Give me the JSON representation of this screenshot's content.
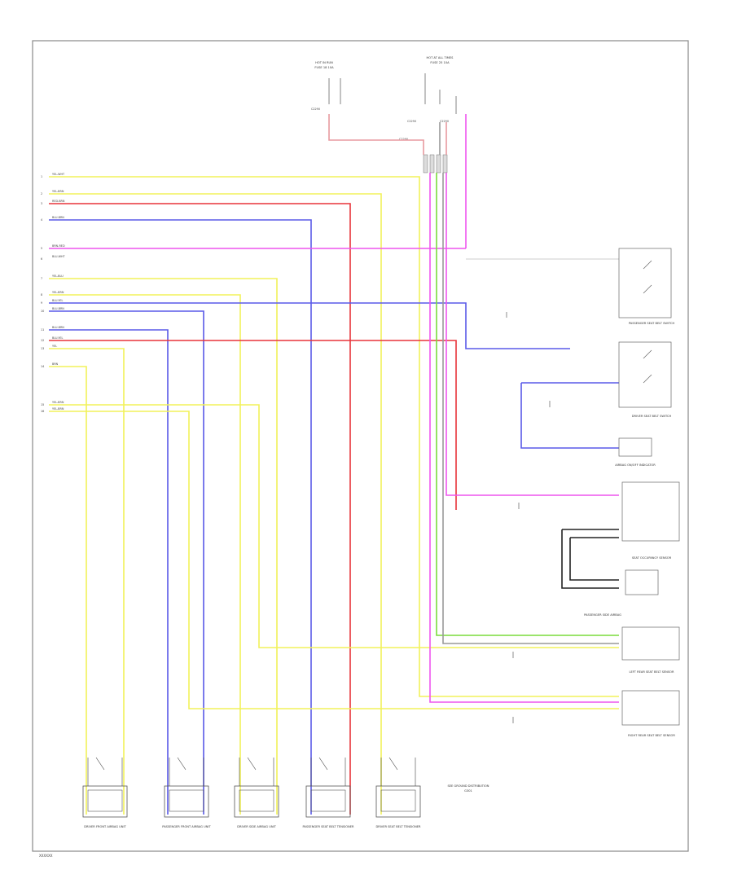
{
  "diagram": {
    "title": "",
    "reference_code": "XXXXXX",
    "colors": {
      "yellow": "#f2f25a",
      "red": "#e8343a",
      "blue": "#5a5ae8",
      "magenta": "#ee55ee",
      "pink": "#e89aa0",
      "green": "#7adc3c",
      "black": "#222222",
      "gray": "#999999",
      "border": "#888888"
    },
    "left_wires": [
      {
        "label": "YEL-WHT",
        "pin": "1"
      },
      {
        "label": "YEL-BRN",
        "pin": "2"
      },
      {
        "label": "RED-BRN",
        "pin": "3"
      },
      {
        "label": "BLU-BRN",
        "pin": "4"
      },
      {
        "label": "BRN-RED",
        "pin": "5"
      },
      {
        "label": "BLU-WHT",
        "pin": "6"
      },
      {
        "label": "YEL-BLU",
        "pin": "7"
      },
      {
        "label": "YEL-BRN",
        "pin": "8"
      },
      {
        "label": "BLU-YEL",
        "pin": "9"
      },
      {
        "label": "BLU-BRN",
        "pin": "10"
      },
      {
        "label": "BLU-BRN",
        "pin": "11"
      },
      {
        "label": "BLU-YEL",
        "pin": "12"
      },
      {
        "label": "YEL",
        "pin": "13"
      },
      {
        "label": "BRN",
        "pin": "14"
      },
      {
        "label": "YEL-BRN",
        "pin": "15"
      },
      {
        "label": "YEL-BRN",
        "pin": "16"
      }
    ],
    "top_components": [
      {
        "label": "HOT IN RUN",
        "sub": "FUSE 18 10A"
      },
      {
        "label": "HOT AT ALL TIMES",
        "sub": "FUSE 25 10A"
      }
    ],
    "right_components": [
      {
        "label": "PASSENGER SEAT BELT SWITCH"
      },
      {
        "label": "DRIVER SEAT BELT SWITCH"
      },
      {
        "label": "AIRBAG ON/OFF INDICATOR"
      },
      {
        "label": "SEAT OCCUPANCY SENSOR"
      },
      {
        "label": "PASSENGER SIDE AIRBAG"
      },
      {
        "label": "LEFT REAR SEAT BELT SENSOR"
      },
      {
        "label": "RIGHT REAR SEAT BELT SENSOR"
      }
    ],
    "bottom_components": [
      {
        "label": "DRIVER FRONT AIRBAG UNIT"
      },
      {
        "label": "PASSENGER FRONT AIRBAG UNIT"
      },
      {
        "label": "DRIVER SIDE AIRBAG UNIT"
      },
      {
        "label": "PASSENGER SEAT BELT TENSIONER"
      },
      {
        "label": "DRIVER SEAT BELT TENSIONER"
      }
    ],
    "ground_label": "G301",
    "note": "SEE GROUND DISTRIBUTION"
  }
}
